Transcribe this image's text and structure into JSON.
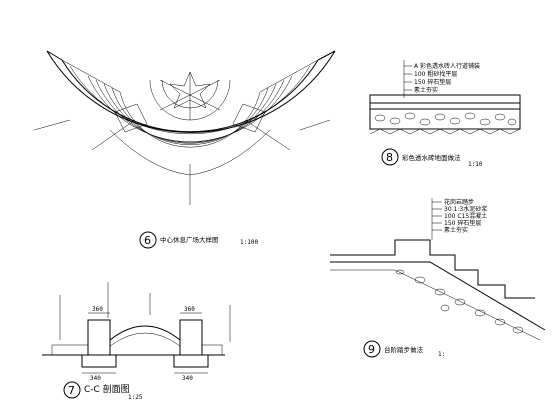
{
  "plan6": {
    "number": "6",
    "title": "中心休息广场大样图",
    "scale": "1:100"
  },
  "detail8": {
    "number": "8",
    "title": "彩色透水砖地面做法",
    "scale": "1:10",
    "layers": [
      "A 彩色透水砖人行道铺装",
      "100 粗砂找平层",
      "150 碎石垫层",
      "素土夯实"
    ]
  },
  "detail9": {
    "number": "9",
    "title": "台阶踏步做法",
    "scale": "1:",
    "layers": [
      "花岗岩踏步",
      "30 1:3水泥砂浆",
      "100 C15混凝土",
      "150 碎石垫层",
      "素土夯实"
    ]
  },
  "section7": {
    "number": "7",
    "title": "C-C 剖面图",
    "scale": "1:25",
    "dims": [
      "360",
      "360",
      "340",
      "340"
    ]
  }
}
